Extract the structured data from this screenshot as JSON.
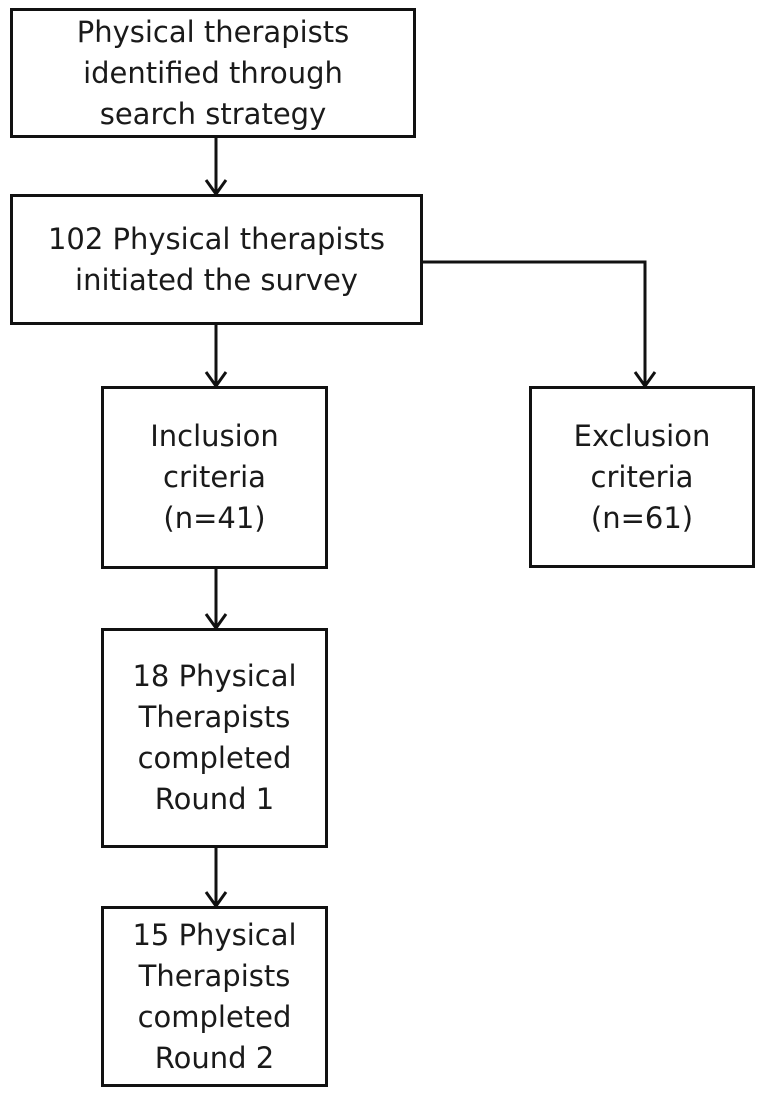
{
  "diagram": {
    "boxes": {
      "identified": {
        "lines": [
          "Physical therapists",
          "identified through",
          "search strategy"
        ]
      },
      "initiated": {
        "lines": [
          "102 Physical therapists",
          "initiated the survey"
        ]
      },
      "inclusion": {
        "lines": [
          "Inclusion",
          "criteria",
          "(n=41)"
        ]
      },
      "exclusion": {
        "lines": [
          "Exclusion",
          "criteria",
          "(n=61)"
        ]
      },
      "round1": {
        "lines": [
          "18 Physical",
          "Therapists",
          "completed",
          "Round 1"
        ]
      },
      "round2": {
        "lines": [
          "15 Physical",
          "Therapists",
          "completed",
          "Round 2"
        ]
      }
    },
    "colors": {
      "stroke": "#111111",
      "text": "#1a1a1a",
      "background": "#ffffff"
    }
  }
}
